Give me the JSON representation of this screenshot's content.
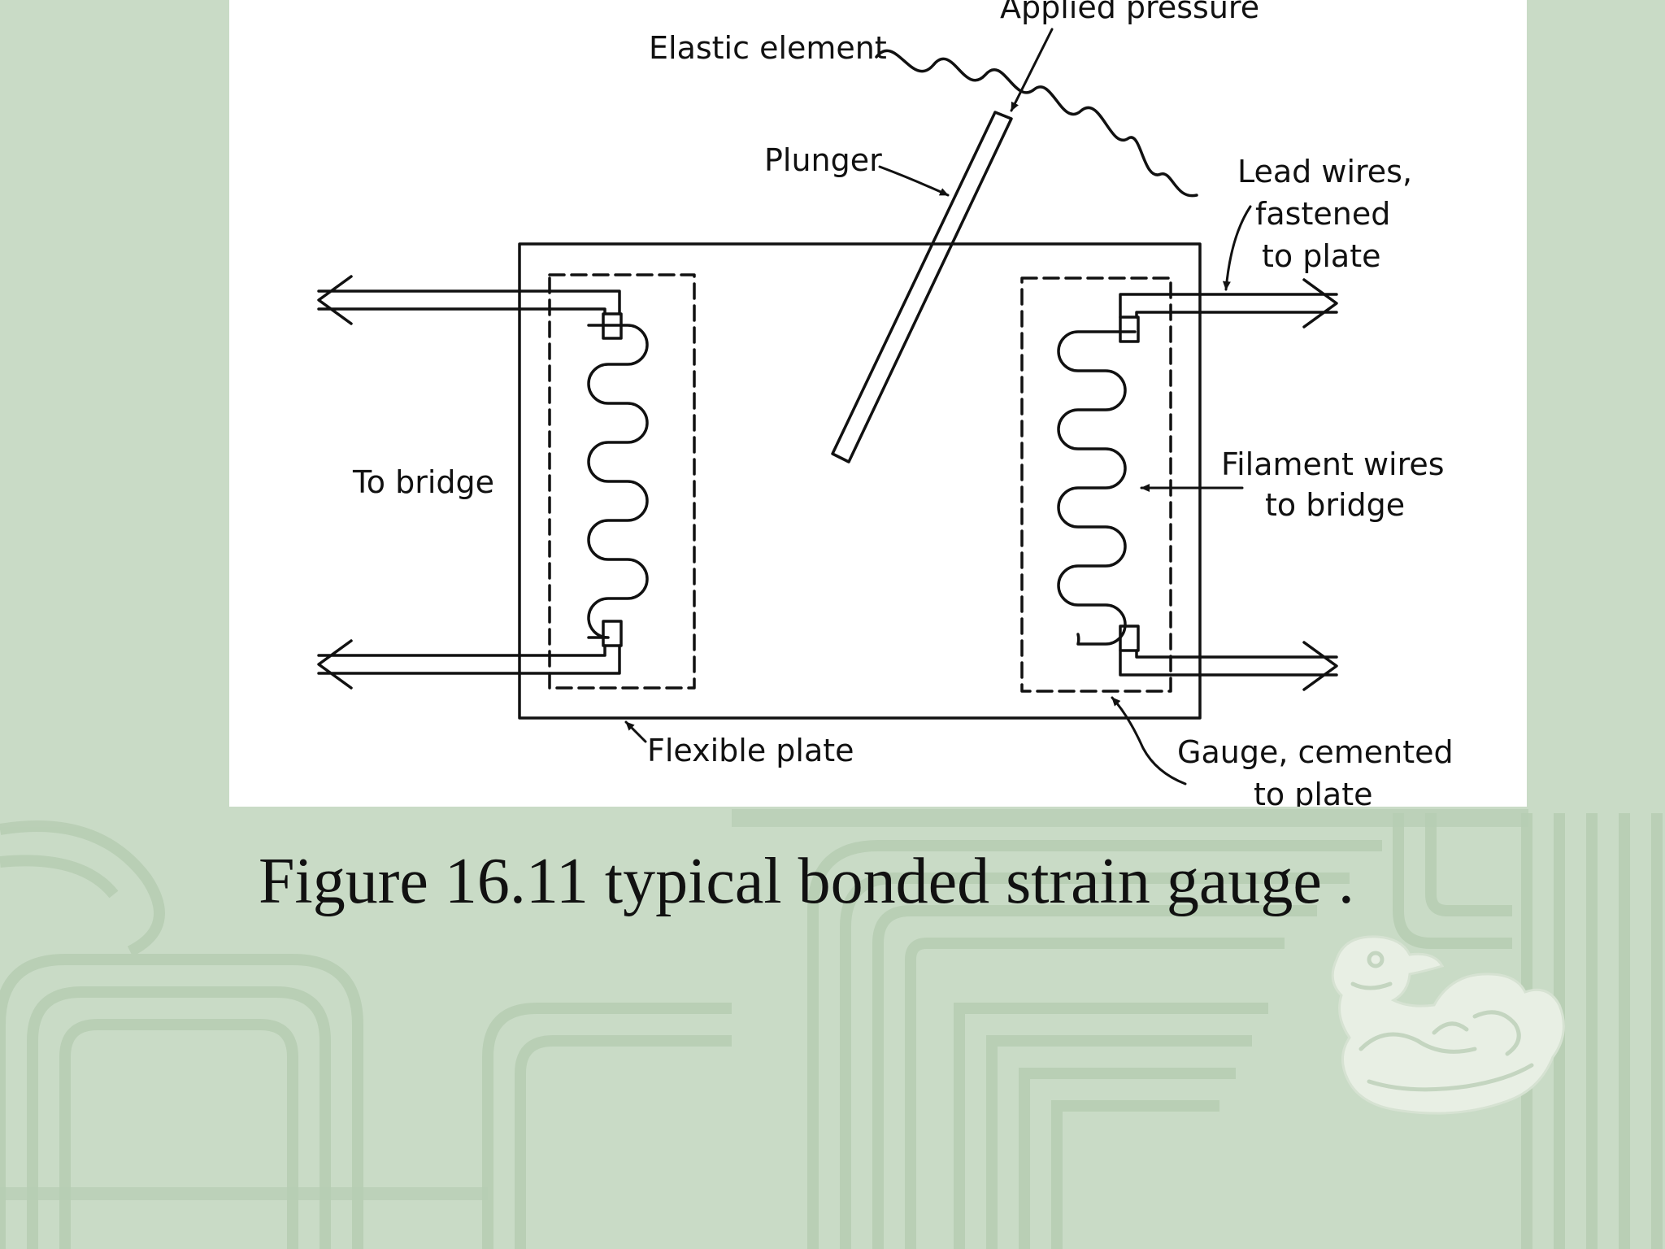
{
  "diagram": {
    "labels": {
      "applied_pressure": "Applied pressure",
      "elastic_element": "Elastic element",
      "plunger": "Plunger",
      "lead_wires_1": "Lead wires,",
      "lead_wires_2": "fastened",
      "lead_wires_3": "to plate",
      "to_bridge": "To bridge",
      "filament_1": "Filament wires",
      "filament_2": "to bridge",
      "flexible_plate": "Flexible plate",
      "gauge_1": "Gauge, cemented",
      "gauge_2": "to plate"
    }
  },
  "caption": "Figure 16.11 typical bonded strain gauge .",
  "colors": {
    "slide_background": "#c9dbc6",
    "pattern": "#b7cdb3",
    "emblem": "#e8efe4",
    "figure_background": "#ffffff",
    "line": "#111111"
  },
  "icons": {
    "emblem": "jade-dragon-emblem-icon"
  }
}
